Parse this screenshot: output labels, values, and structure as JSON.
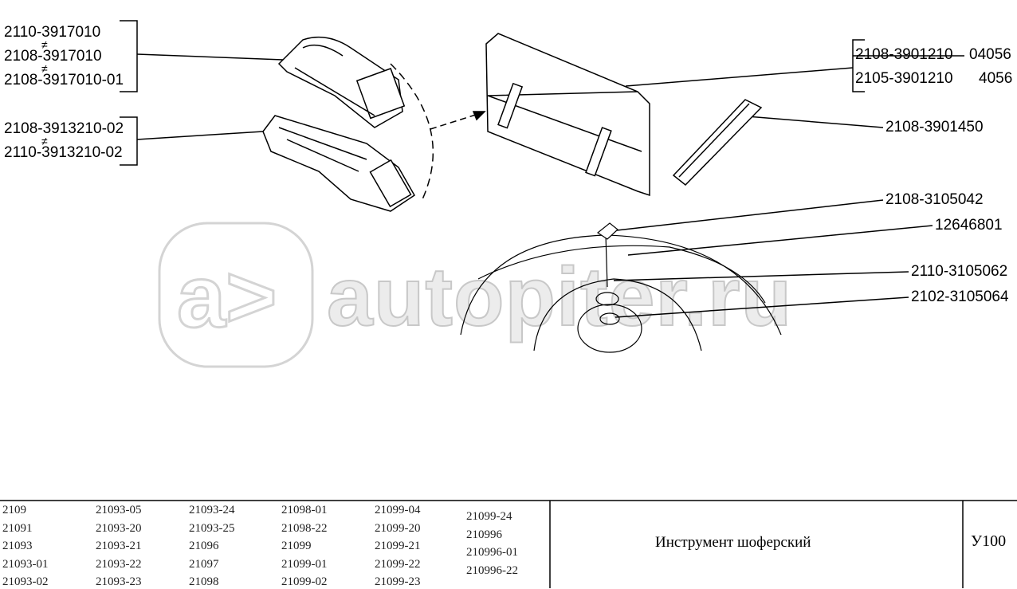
{
  "callouts_left": {
    "jack_group_1": [
      "2110-3917010",
      "2108-3917010",
      "2108-3917010-01"
    ],
    "jack_group_2": [
      "2108-3913210-02",
      "2110-3913210-02"
    ],
    "not_equal_symbol": "≠"
  },
  "callouts_right": {
    "bag_group": [
      {
        "part": "2108-3901210",
        "code": "04056"
      },
      {
        "part": "2105-3901210",
        "code": "4056"
      }
    ],
    "wrench": "2108-3901450",
    "bolt": "2108-3105042",
    "washer": "12646801",
    "clamp": "2110-3105062",
    "plate": "2102-3105064"
  },
  "watermark": "autopiter.ru",
  "models_table": [
    [
      "2109",
      "21091",
      "21093",
      "21093-01",
      "21093-02"
    ],
    [
      "21093-05",
      "21093-20",
      "21093-21",
      "21093-22",
      "21093-23"
    ],
    [
      "21093-24",
      "21093-25",
      "21096",
      "21097",
      "21098"
    ],
    [
      "21098-01",
      "21098-22",
      "21099",
      "21099-01",
      "21099-02"
    ],
    [
      "21099-04",
      "21099-20",
      "21099-21",
      "21099-22",
      "21099-23"
    ],
    [
      "21099-24",
      "210996",
      "210996-01",
      "210996-22"
    ]
  ],
  "sheet_title": "Инструмент шоферский",
  "sheet_code": "У100"
}
